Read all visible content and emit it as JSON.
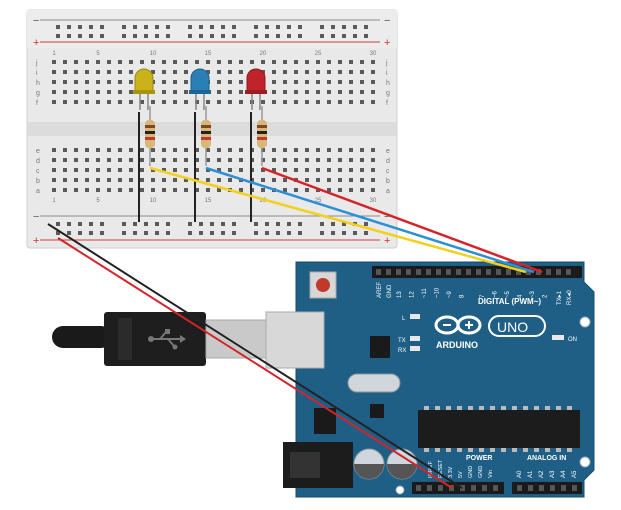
{
  "breadboard": {
    "plus_label": "+",
    "minus_label": "−",
    "row_letters_top": [
      "j",
      "i",
      "h",
      "g",
      "f"
    ],
    "row_letters_bottom": [
      "e",
      "d",
      "c",
      "b",
      "a"
    ],
    "column_numbers": [
      "1",
      "5",
      "10",
      "15",
      "20",
      "25",
      "30"
    ]
  },
  "leds": [
    {
      "name": "led-yellow",
      "color": "#c9b21a"
    },
    {
      "name": "led-blue",
      "color": "#2a7fb5"
    },
    {
      "name": "led-red",
      "color": "#c0242a"
    }
  ],
  "wires": [
    {
      "name": "wire-yellow",
      "color": "#f2d01c"
    },
    {
      "name": "wire-blue",
      "color": "#2d8fd6"
    },
    {
      "name": "wire-red",
      "color": "#d4242a"
    },
    {
      "name": "wire-black",
      "color": "#222222"
    }
  ],
  "arduino": {
    "logo_text": "ARDUINO",
    "uno_text": "UNO",
    "digital_label": "DIGITAL (PWM~)",
    "tx_label": "TX",
    "rx_label": "RX",
    "l_label": "L",
    "on_label": "ON",
    "power_label": "POWER",
    "analog_label": "ANALOG IN",
    "aref_label": "AREF",
    "gnd_label": "GND",
    "txrx_pins": "TX▸1",
    "rx_pin": "RX◂0",
    "digital_pins": [
      "13",
      "12",
      "~11",
      "~10",
      "~9",
      "8",
      "7",
      "~6",
      "~5",
      "4",
      "~3",
      "2"
    ],
    "power_pins": [
      "IOREF",
      "RESET",
      "3.3V",
      "5V",
      "GND",
      "GND",
      "Vin"
    ],
    "analog_pins": [
      "A0",
      "A1",
      "A2",
      "A3",
      "A4",
      "A5"
    ],
    "board_color": "#1f5f86"
  },
  "usb_cable": {
    "color": "#1a1a1a"
  }
}
